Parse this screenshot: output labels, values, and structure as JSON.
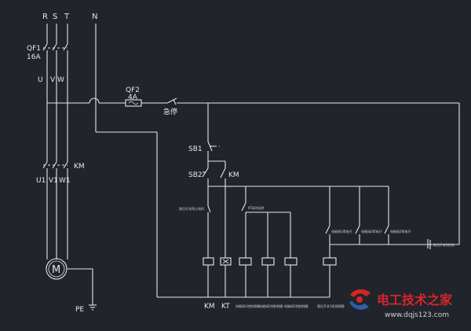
{
  "phases": {
    "r": "R",
    "s": "S",
    "t": "T",
    "n": "N"
  },
  "breaker_main": {
    "name": "QF1",
    "rating": "16A"
  },
  "motor_terminals_top": {
    "u": "U",
    "vw": "V W"
  },
  "contactor_label": "KM",
  "motor_terminals_bottom": {
    "u1": "U1",
    "v1": "V1",
    "w1": "W1"
  },
  "motor_symbol": "M",
  "pe_label": "PE",
  "breaker_ctrl": {
    "name": "QF2",
    "rating": "4A"
  },
  "estop_label": "急停",
  "sb1_label": "SB1",
  "sb2_label": "SB2",
  "km_aux_label": "KM",
  "small_labels": {
    "left_contact": "限位开关停止电机",
    "kt_contact": "KT延时闭合",
    "relay1": "电磁阀1得电开",
    "relay2": "电磁阀2得电开",
    "relay3": "电磁阀3得电开",
    "right_contact": "限位开关1检测"
  },
  "bottom_labels": {
    "km": "KM",
    "kt": "KT",
    "c1": "电磁阀1控制线圈",
    "c2": "电磁阀2控制线圈",
    "c3": "电磁阀3控制线圈",
    "c4": "限位开关1检测线圈"
  },
  "watermark": {
    "title": "电工技术之家",
    "url": "www.dqjs123.com"
  },
  "colors": {
    "background": "#21252b",
    "line": "#e6e6e6",
    "watermark_red": "#d9232a",
    "watermark_blue": "#2f5fa8"
  }
}
